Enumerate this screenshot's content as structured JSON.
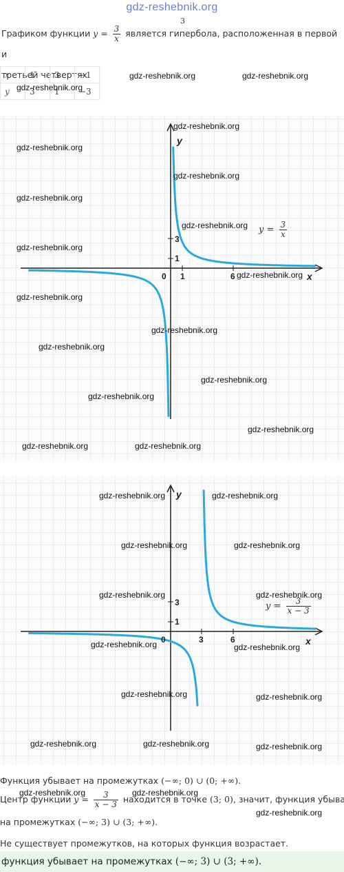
{
  "watermark": "gdz-reshebnik.org",
  "top_watermark": "gdz-reshebnik.org",
  "stray_digit": "3",
  "intro": {
    "prefix": "Графиком функции ",
    "y_var": "y",
    "eq": " = ",
    "frac_num": "3",
    "frac_den": "x",
    "suffix": " является гипербола, расположенная в первой и",
    "line2": "третьей четвертях."
  },
  "table": {
    "x_row": [
      "x",
      "1",
      "3",
      "−1"
    ],
    "y_row": [
      "y",
      "3",
      "1",
      "−3"
    ]
  },
  "graph1": {
    "y_axis_label": "y",
    "x_axis_label": "x",
    "tick_labels": {
      "zero": "0",
      "x1": "1",
      "x6": "6",
      "y1": "1",
      "y3": "3"
    },
    "function_label": {
      "lhs": "y = ",
      "num": "3",
      "den": "x"
    },
    "curve_color": "#29a9e0",
    "chart_data": {
      "type": "line",
      "title": "",
      "xlabel": "x",
      "ylabel": "y",
      "series": [
        {
          "name": "y = 3/x",
          "x": [
            1,
            3,
            -1
          ],
          "y": [
            3,
            1,
            -3
          ]
        }
      ]
    }
  },
  "graph2": {
    "y_axis_label": "y",
    "x_axis_label": "x",
    "tick_labels": {
      "zero": "0",
      "x3": "3",
      "x6": "6",
      "y1": "1",
      "y3": "3"
    },
    "function_label": {
      "lhs": "y = ",
      "num": "3",
      "den": "x − 3"
    },
    "curve_color": "#29a9e0"
  },
  "conclusions": {
    "line1_prefix": "Функция убывает на промежутках ",
    "line1_math": "(−∞; 0) ∪ (0; +∞).",
    "line2_prefix": "Центр функции ",
    "line2_y": "y",
    "line2_eq": " = ",
    "line2_num": "3",
    "line2_den": "x − 3",
    "line2_mid": " находится в точке ",
    "line2_point": "(3; 0)",
    "line2_suffix": ", значит, функция убывает",
    "line3_prefix": "на промежутках ",
    "line3_math": "(−∞; 3) ∪ (3; +∞).",
    "line4": "Не существует промежутков, на которых функция возрастает.",
    "answer_prefix": "функция убывает на промежутках ",
    "answer_math": "(−∞; 3) ∪ (3; +∞)."
  }
}
